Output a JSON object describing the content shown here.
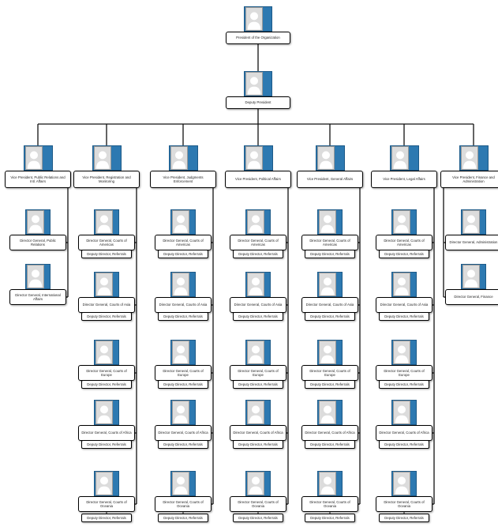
{
  "top": {
    "president": "President of the Organization",
    "deputy": "Deputy President"
  },
  "columns": [
    {
      "vp": "Vice President, Public Relations and Intl. Affairs",
      "items": [
        {
          "director": "Director General, Public Relations"
        },
        {
          "director": "Director General, International Affairs"
        }
      ]
    },
    {
      "vp": "Vice President, Registration and Monitoring",
      "items": [
        {
          "director": "Director General, Courts of Americas",
          "deputy": "Deputy Director, Referrals"
        },
        {
          "director": "Director General, Courts of Asia",
          "deputy": "Deputy Director, Referrals"
        },
        {
          "director": "Director General, Courts of Europe",
          "deputy": "Deputy Director, Referrals"
        },
        {
          "director": "Director General, Courts of Africa",
          "deputy": "Deputy Director, Referrals"
        },
        {
          "director": "Director General, Courts of Oceania",
          "deputy": "Deputy Director, Referrals"
        }
      ]
    },
    {
      "vp": "Vice President, Judgments Enforcement",
      "items": [
        {
          "director": "Director General, Courts of Americas",
          "deputy": "Deputy Director, Referrals"
        },
        {
          "director": "Director General, Courts of Asia",
          "deputy": "Deputy Director, Referrals"
        },
        {
          "director": "Director General, Courts of Europe",
          "deputy": "Deputy Director, Referrals"
        },
        {
          "director": "Director General, Courts of Africa",
          "deputy": "Deputy Director, Referrals"
        },
        {
          "director": "Director General, Courts of Oceania",
          "deputy": "Deputy Director, Referrals"
        }
      ]
    },
    {
      "vp": "Vice President, Political Affairs",
      "items": [
        {
          "director": "Director General, Courts of Americas",
          "deputy": "Deputy Director, Referrals"
        },
        {
          "director": "Director General, Courts of Asia",
          "deputy": "Deputy Director, Referrals"
        },
        {
          "director": "Director General, Courts of Europe",
          "deputy": "Deputy Director, Referrals"
        },
        {
          "director": "Director General, Courts of Africa",
          "deputy": "Deputy Director, Referrals"
        },
        {
          "director": "Director General, Courts of Oceania",
          "deputy": "Deputy Director, Referrals"
        }
      ]
    },
    {
      "vp": "Vice President, General Affairs",
      "items": [
        {
          "director": "Director General, Courts of Americas",
          "deputy": "Deputy Director, Referrals"
        },
        {
          "director": "Director General, Courts of Asia",
          "deputy": "Deputy Director, Referrals"
        },
        {
          "director": "Director General, Courts of Europe",
          "deputy": "Deputy Director, Referrals"
        },
        {
          "director": "Director General, Courts of Africa",
          "deputy": "Deputy Director, Referrals"
        },
        {
          "director": "Director General, Courts of Oceania",
          "deputy": "Deputy Director, Referrals"
        }
      ]
    },
    {
      "vp": "Vice President, Legal Affairs",
      "items": [
        {
          "director": "Director General, Courts of Americas",
          "deputy": "Deputy Director, Referrals"
        },
        {
          "director": "Director General, Courts of Asia",
          "deputy": "Deputy Director, Referrals"
        },
        {
          "director": "Director General, Courts of Europe",
          "deputy": "Deputy Director, Referrals"
        },
        {
          "director": "Director General, Courts of Africa",
          "deputy": "Deputy Director, Referrals"
        },
        {
          "director": "Director General, Courts of Oceania",
          "deputy": "Deputy Director, Referrals"
        }
      ]
    },
    {
      "vp": "Vice President, Finance and Administration",
      "items": [
        {
          "director": "Director General, Administration"
        },
        {
          "director": "Director General, Finance"
        }
      ]
    }
  ]
}
